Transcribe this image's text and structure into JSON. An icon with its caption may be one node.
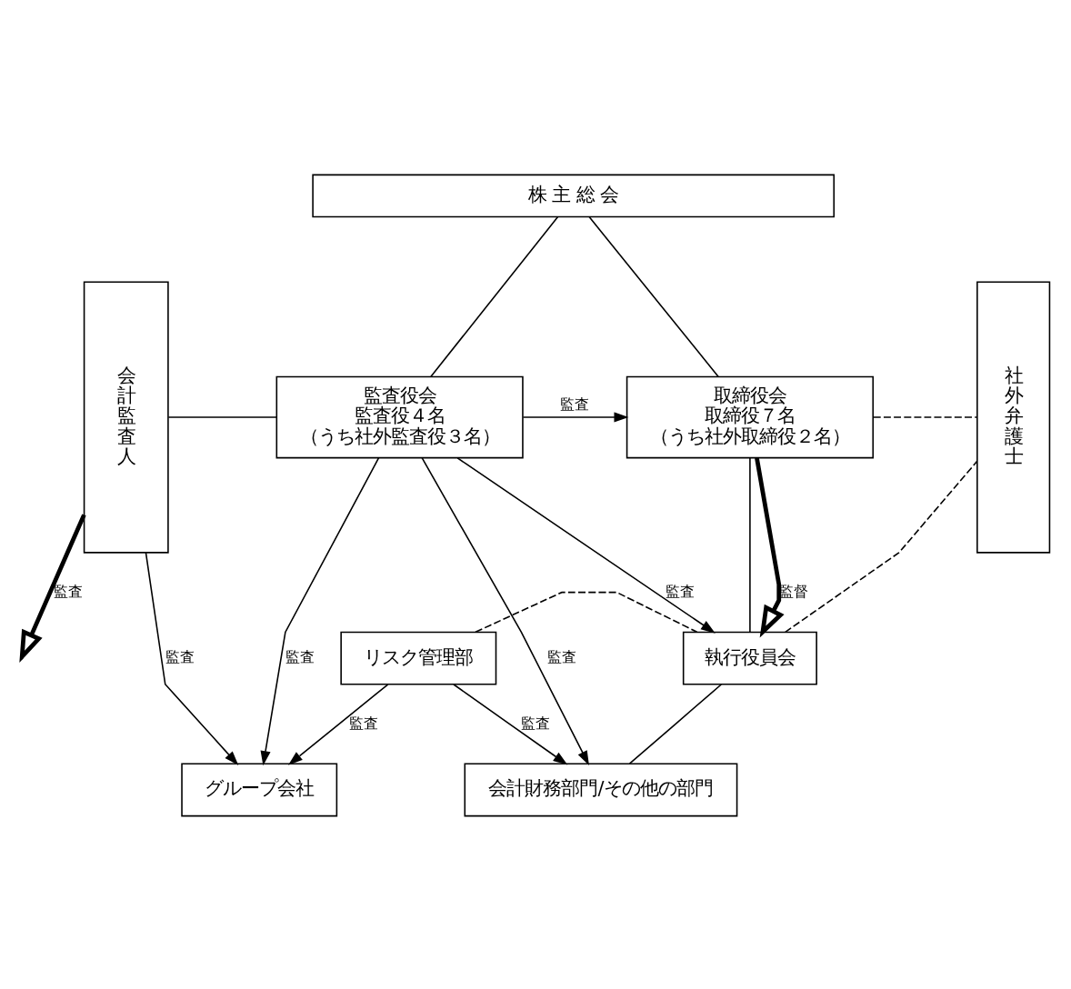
{
  "diagram": {
    "nodes": [
      {
        "text": [
          "株 主 総 会"
        ]
      },
      {
        "text": [
          "会計監査人"
        ]
      },
      {
        "text": [
          "監査役会",
          "監査役４名",
          "（うち社外監査役３名）"
        ]
      },
      {
        "text": [
          "取締役会",
          "取締役７名",
          "（うち社外取締役２名）"
        ]
      },
      {
        "text": [
          "社外弁護士"
        ]
      },
      {
        "text": [
          "リスク管理部"
        ]
      },
      {
        "text": [
          "執行役員会"
        ]
      },
      {
        "text": [
          "会計財務部門/その他の部門"
        ]
      },
      {
        "text": [
          "グループ会社"
        ]
      }
    ],
    "edges": [
      {
        "from": 0,
        "to": 2,
        "arrow": "none"
      },
      {
        "from": 0,
        "to": 3,
        "arrow": "none"
      },
      {
        "from": 1,
        "to": 2,
        "arrow": "none"
      },
      {
        "from": 2,
        "to": 3,
        "arrow": "to",
        "label": "監査"
      },
      {
        "from": 2,
        "to": 6,
        "arrow": "to",
        "label": "監査"
      },
      {
        "from": 3,
        "to": 4,
        "arrow": "none",
        "style": "dashed"
      },
      {
        "from": 3,
        "to": 6,
        "arrow": "none"
      },
      {
        "from": 3,
        "to": 6,
        "arrow": "to",
        "label": "監督",
        "style": "thick"
      },
      {
        "from": 1,
        "to": null,
        "arrow": "to",
        "label": "監査",
        "style": "thick"
      },
      {
        "from": 5,
        "to": 6,
        "arrow": "none",
        "style": "dashed"
      },
      {
        "from": 6,
        "to": 4,
        "arrow": "none",
        "style": "dashed"
      },
      {
        "from": 6,
        "to": 7,
        "arrow": "none"
      },
      {
        "from": 5,
        "to": 7,
        "arrow": "to",
        "label": "監査"
      },
      {
        "from": 5,
        "to": 8,
        "arrow": "to",
        "label": "監査"
      },
      {
        "from": 2,
        "to": 7,
        "arrow": "to",
        "label": "監査"
      },
      {
        "from": 2,
        "to": 8,
        "arrow": "to",
        "label": "監査"
      },
      {
        "from": 1,
        "to": 8,
        "arrow": "to",
        "label": "監査"
      }
    ]
  }
}
